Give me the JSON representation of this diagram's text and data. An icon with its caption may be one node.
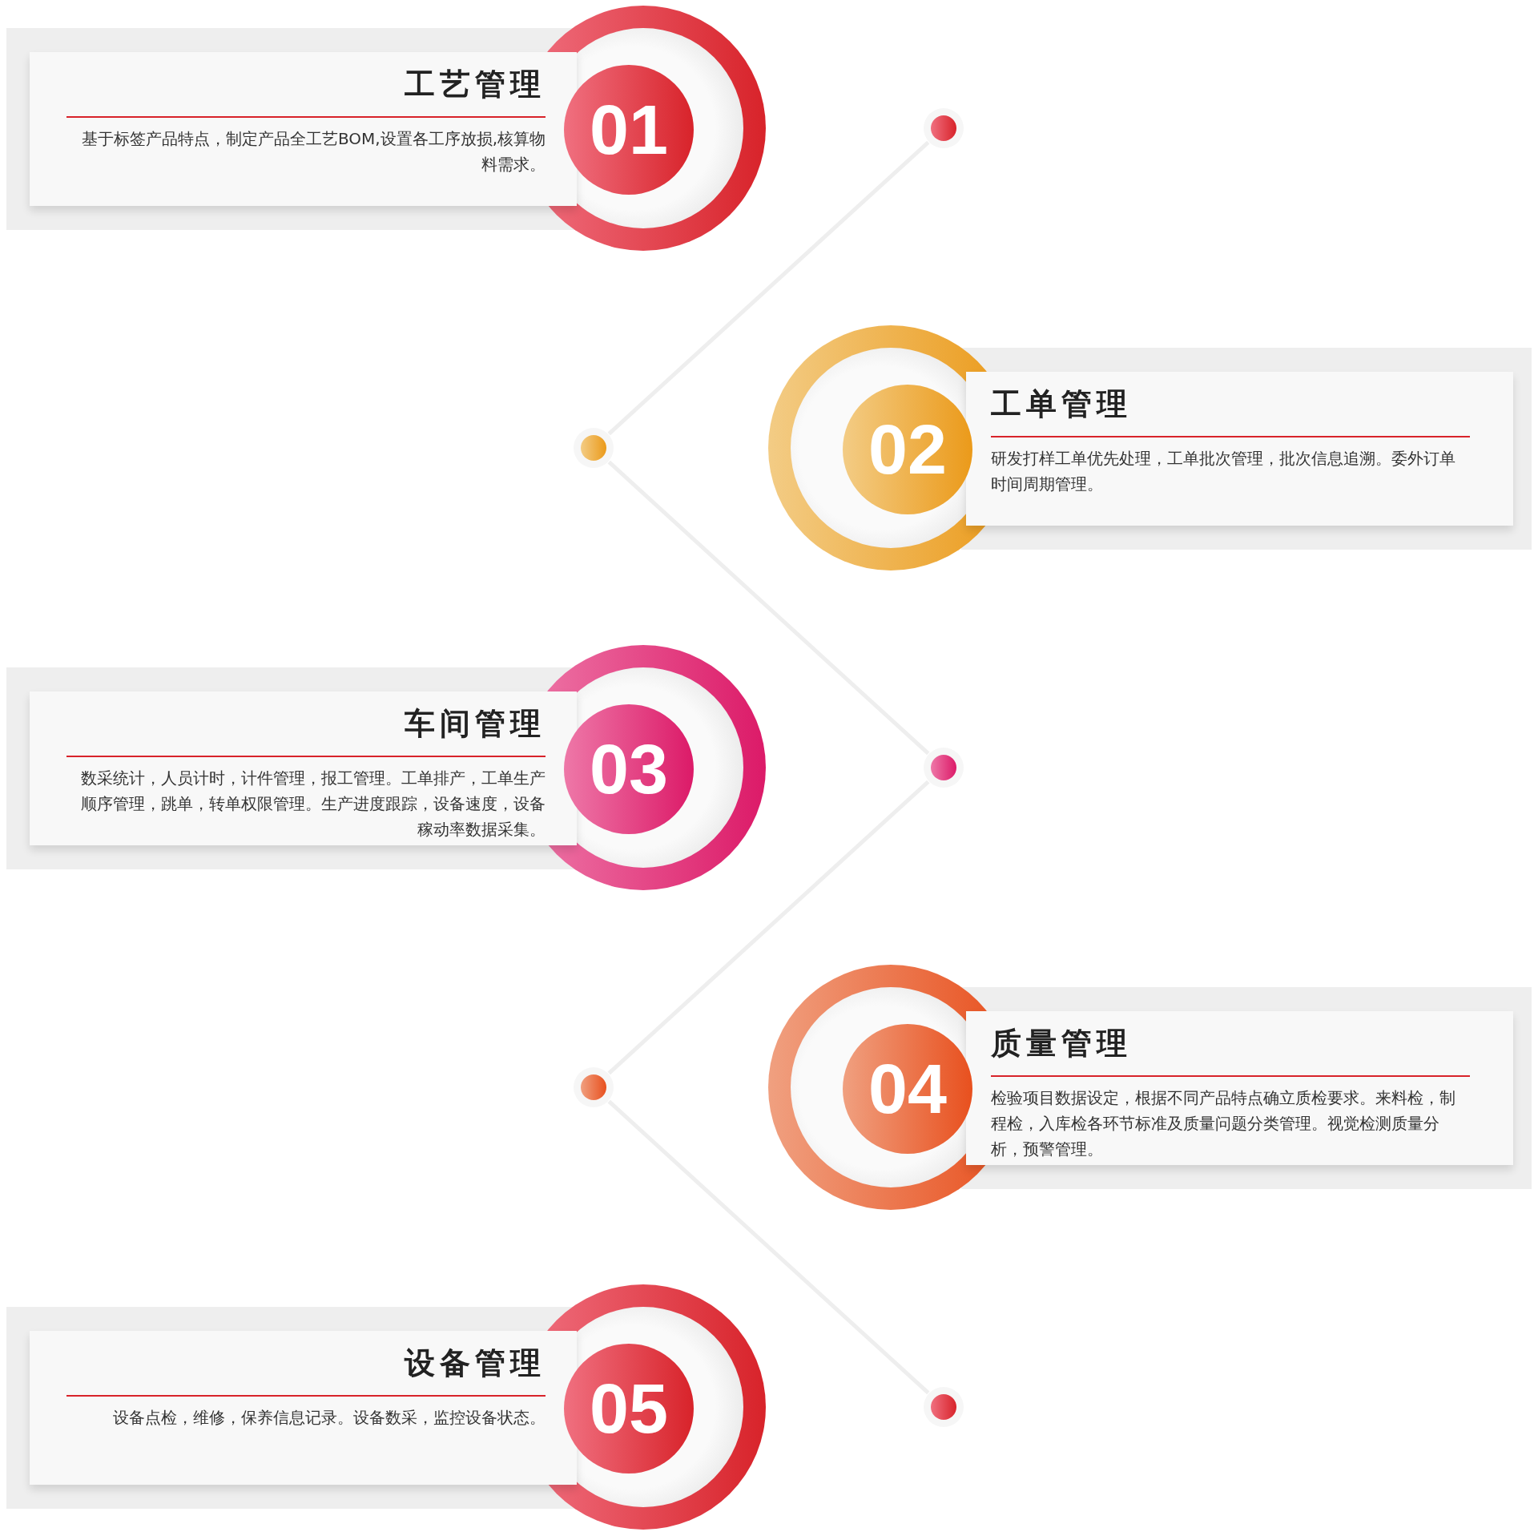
{
  "diagram": {
    "nodes": [
      {
        "text": [
          "工艺管理",
          "基于标签产品特点，制定产品全工艺BOM,设置各工序放损,核算物料需求。"
        ]
      },
      {
        "text": [
          "01"
        ]
      },
      {
        "text": [],
        "shape": "circle"
      },
      {
        "text": [
          "工单管理",
          "研发打样工单优先处理，工单批次管理，批次信息追溯。委外订单时间周期管理。"
        ]
      },
      {
        "text": [
          "02"
        ]
      },
      {
        "text": [],
        "shape": "circle"
      },
      {
        "text": [
          "车间管理",
          "数采统计，人员计时，计件管理，报工管理。工单排产，工单生产顺序管理，跳单，转单权限管理。生产进度跟踪，设备速度，设备稼动率数据采集。"
        ]
      },
      {
        "text": [
          "03"
        ]
      },
      {
        "text": [],
        "shape": "circle"
      },
      {
        "text": [
          "质量管理",
          "检验项目数据设定，根据不同产品特点确立质检要求。来料检，制程检，入库检各环节标准及质量问题分类管理。视觉检测质量分析，预警管理。"
        ]
      },
      {
        "text": [
          "04"
        ]
      },
      {
        "text": [],
        "shape": "circle"
      },
      {
        "text": [
          "设备管理",
          "设备点检，维修，保养信息记录。设备数采，监控设备状态。"
        ]
      },
      {
        "text": [
          "05"
        ]
      },
      {
        "text": [],
        "shape": "circle"
      }
    ],
    "edges": [
      {
        "from": 2,
        "to": 5,
        "arrow": "none"
      },
      {
        "from": 5,
        "to": 8,
        "arrow": "none"
      },
      {
        "from": 8,
        "to": 11,
        "arrow": "none"
      },
      {
        "from": 11,
        "to": 14,
        "arrow": "none"
      }
    ]
  }
}
